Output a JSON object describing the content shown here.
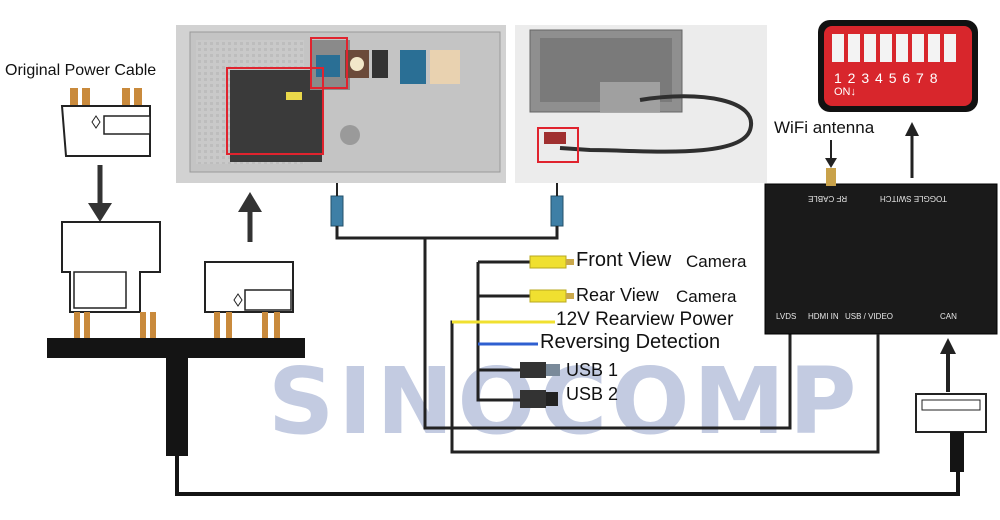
{
  "labels": {
    "original_power_cable": "Original Power Cable",
    "wifi_antenna": "WiFi antenna",
    "front_view_camera_a": "Front View",
    "front_view_camera_b": "Camera",
    "rear_view_camera_a": "Rear View",
    "rear_view_camera_b": "Camera",
    "rearview_power": "12V Rearview Power",
    "reversing_detection": "Reversing Detection",
    "usb1": "USB 1",
    "usb2": "USB 2"
  },
  "dip_switch": {
    "numbers": "1 2 3 4 5 6 7 8",
    "on_label": "ON↓",
    "color": "#d8262c"
  },
  "interface_box": {
    "rf_cable": "RF CABLE",
    "toggle_switch": "TOGGLE SWITCH",
    "lvds": "LVDS",
    "hdmi_in": "HDMI IN",
    "usb_video": "USB / VIDEO",
    "can": "CAN"
  },
  "watermark": "SINOCOMP",
  "colors": {
    "highlight": "#e0232e",
    "yellow_wire": "#f0e030",
    "blue_wire": "#2f5fd0",
    "watermark": "#b9c3dc"
  }
}
